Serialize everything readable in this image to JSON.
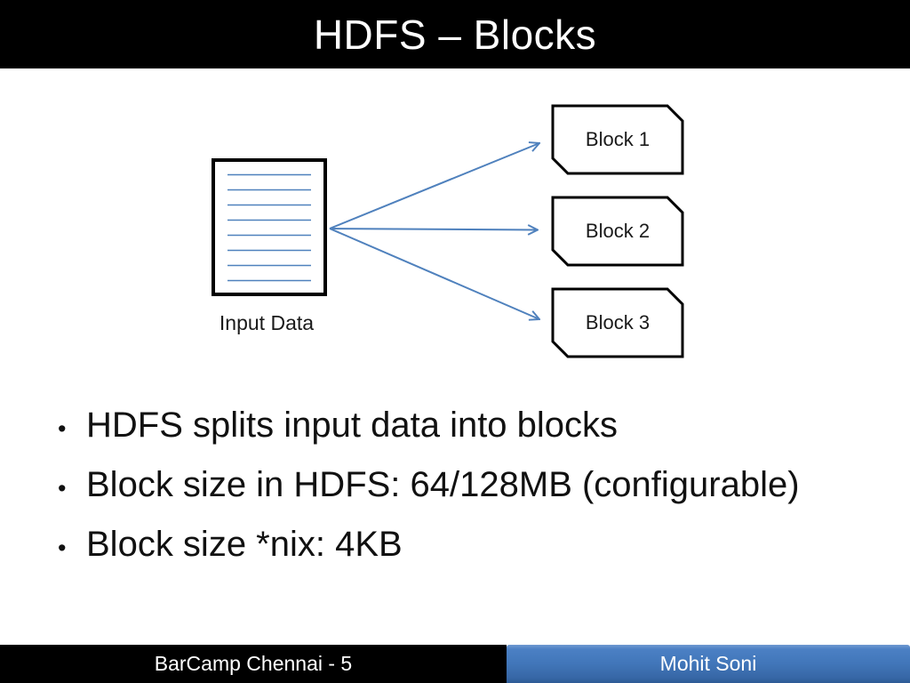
{
  "slide": {
    "title": "HDFS – Blocks",
    "bullet_char": "•",
    "bullets": [
      "HDFS splits input data into blocks",
      "Block size in HDFS: 64/128MB (configurable)",
      "Block size *nix: 4KB"
    ],
    "diagram": {
      "input_label": "Input Data",
      "blocks": [
        {
          "label": "Block 1"
        },
        {
          "label": "Block 2"
        },
        {
          "label": "Block 3"
        }
      ]
    },
    "footer": {
      "left": "BarCamp Chennai - 5",
      "right": "Mohit Soni"
    },
    "colors": {
      "header_bg": "#000000",
      "title_text": "#FFFFFF",
      "accent_blue": "#4F81BD",
      "shape_border": "#000000",
      "footer_black_bg": "#000000",
      "footer_blue_top": "#7099D1",
      "footer_blue_bottom": "#2D5A95",
      "footer_text": "#FFFFFF"
    }
  }
}
